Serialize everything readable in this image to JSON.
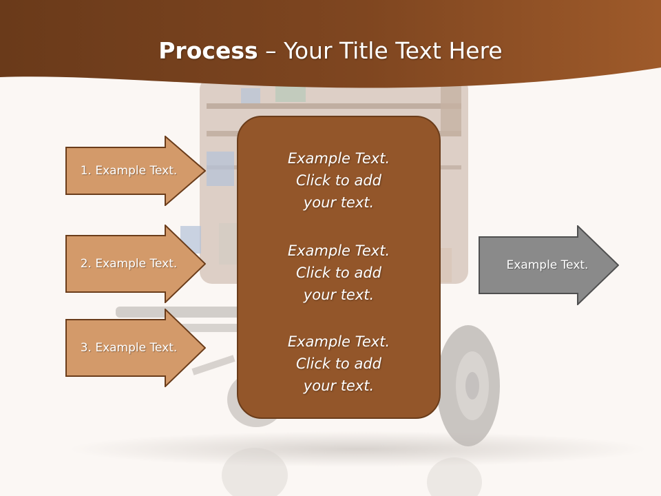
{
  "title": {
    "bold": "Process",
    "rest": " – Your Title Text Here"
  },
  "left_arrows": [
    "1. Example Text.",
    "2. Example Text.",
    "3. Example Text."
  ],
  "center_blocks": [
    [
      "Example Text.",
      "Click  to add",
      "your text."
    ],
    [
      "Example Text.",
      "Click  to add",
      "your text."
    ],
    [
      "Example Text.",
      "Click  to add",
      "your text."
    ]
  ],
  "right_arrow": "Example Text.",
  "colors": {
    "header": "#7a4420",
    "left_arrow_fill": "#d39a6a",
    "left_arrow_border": "#6a3c1a",
    "center_fill": "#93562a",
    "right_arrow_fill": "#8a8a8a",
    "right_arrow_border": "#4f4f4f"
  },
  "icons": [
    "suitcase-trolley-illustration"
  ]
}
